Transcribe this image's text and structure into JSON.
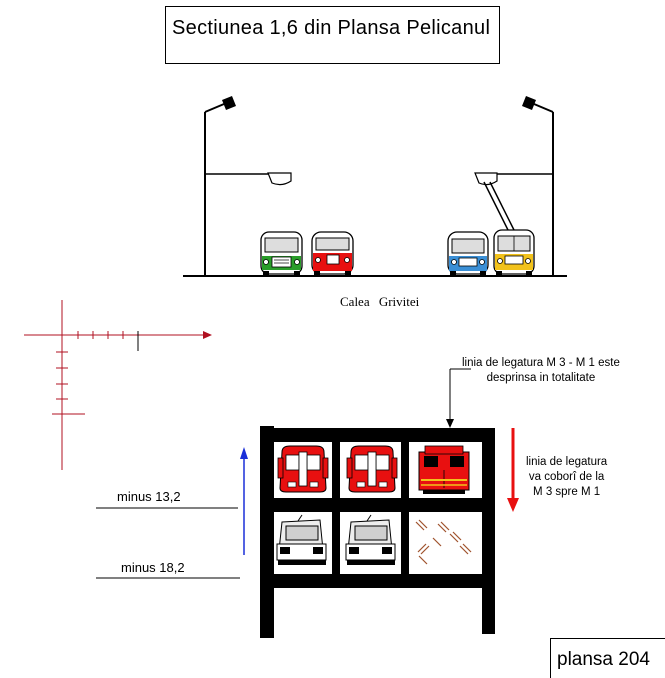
{
  "title": "Sectiunea 1,6 din Plansa Pelicanul",
  "street_label": "Calea Grivitei",
  "note_top": {
    "line1": "linia de legatura M 3 - M 1 este",
    "line2": "desprinsa in totalitate"
  },
  "note_right": {
    "line1": "linia de legatura",
    "line2": "va coborî de la",
    "line3": "M 3 spre M 1"
  },
  "depth_labels": {
    "upper": "minus 13,2",
    "lower": "minus 18,2"
  },
  "sheet_label": "plansa 204",
  "colors": {
    "metro_red": "#e81010",
    "tram_red": "#e81010",
    "bus_green": "#2a9d2a",
    "bus_blue": "#3a8fd6",
    "trolley_yellow": "#f2c21b",
    "arrow_blue": "#1a2fd8",
    "arrow_red": "#e81010",
    "axis_red": "#b01020",
    "structure": "#000000"
  },
  "icons": [
    "street-lamp-icon",
    "tram-icon",
    "bus-icon",
    "trolleybus-icon",
    "metro-train-icon",
    "metro-front-icon",
    "locomotive-icon",
    "rail-sleepers-icon"
  ]
}
